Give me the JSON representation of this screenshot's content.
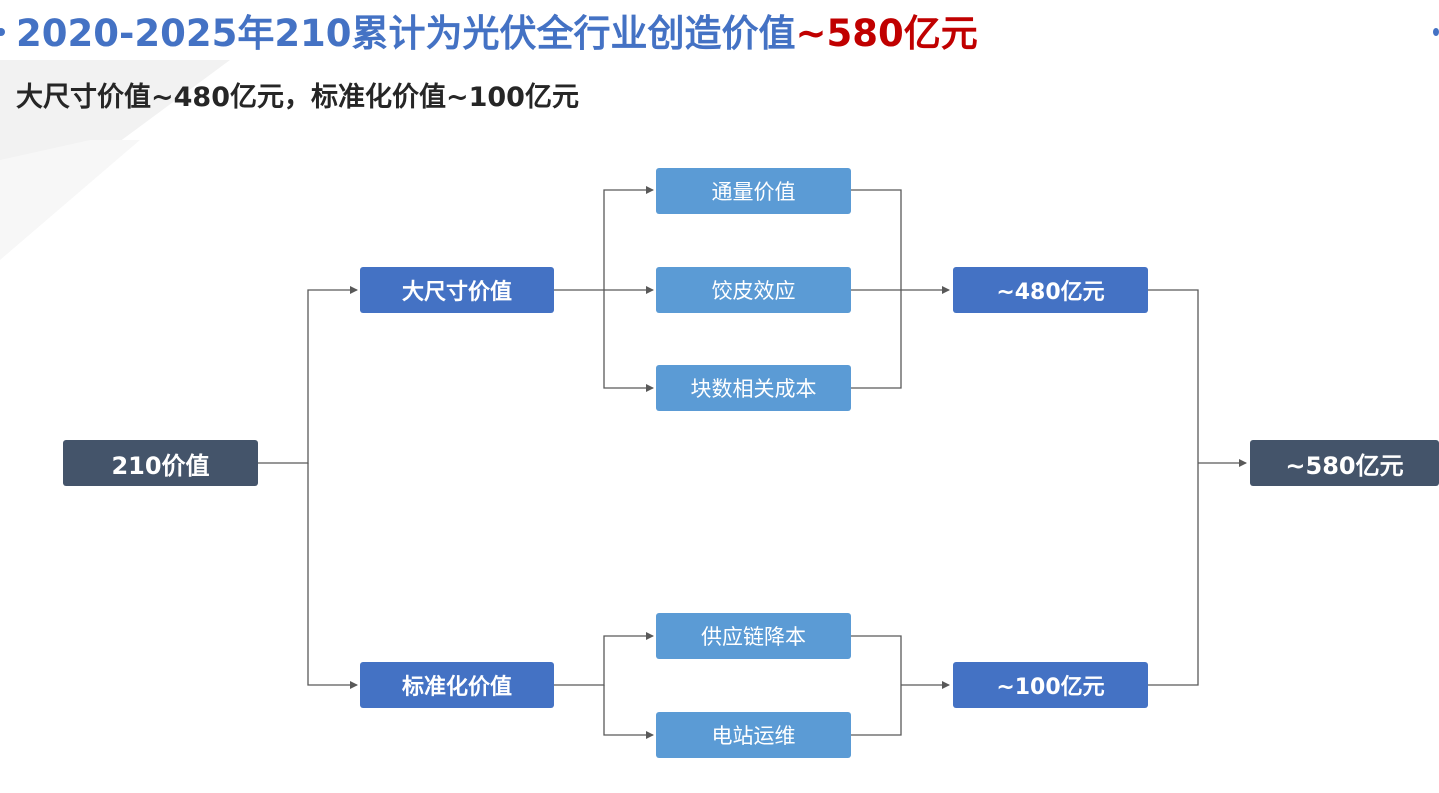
{
  "header": {
    "title_main": "2020-2025年210累计为光伏全行业创造价值",
    "title_accent": "~580亿元",
    "subtitle": "大尺寸价值~480亿元，标准化价值~100亿元"
  },
  "diagram": {
    "root": "210价值",
    "branch_large": "大尺寸价值",
    "branch_standard": "标准化价值",
    "factor_throughput": "通量价值",
    "factor_leverage": "饺皮效应",
    "factor_block_cost": "块数相关成本",
    "factor_supply_chain": "供应链降本",
    "factor_plant_om": "电站运维",
    "result_large": "~480亿元",
    "result_standard": "~100亿元",
    "total": "~580亿元"
  },
  "colors": {
    "title_blue": "#4472c4",
    "accent_red": "#c00000",
    "dark_box": "#44546a",
    "mid_box": "#4472c4",
    "light_box": "#5b9bd5",
    "connector": "#595959"
  }
}
